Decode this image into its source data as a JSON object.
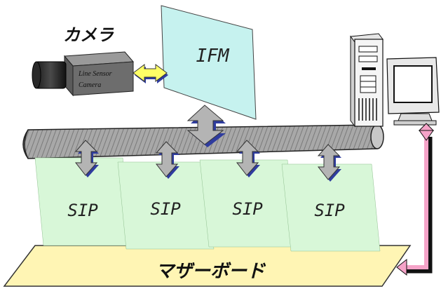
{
  "camera": {
    "title": "カメラ",
    "label_line1": "Line Sensor",
    "label_line2": "Camera"
  },
  "ifm": {
    "label": "IFM"
  },
  "sip_boards": [
    {
      "label": "SIP"
    },
    {
      "label": "SIP"
    },
    {
      "label": "SIP"
    },
    {
      "label": "SIP"
    }
  ],
  "motherboard": {
    "label": "マザーボード"
  },
  "colors": {
    "ifm_fill": "#c6f2ef",
    "sip_fill": "#d8f7d8",
    "board_fill": "#fff5b4",
    "bus_fill": "#9a9a9a",
    "arrow_gray": "#b4b4b4",
    "arrow_yellow": "#ffff66",
    "arrow_pink": "#f5a3c8",
    "camera_body": "#6d6d6d"
  }
}
